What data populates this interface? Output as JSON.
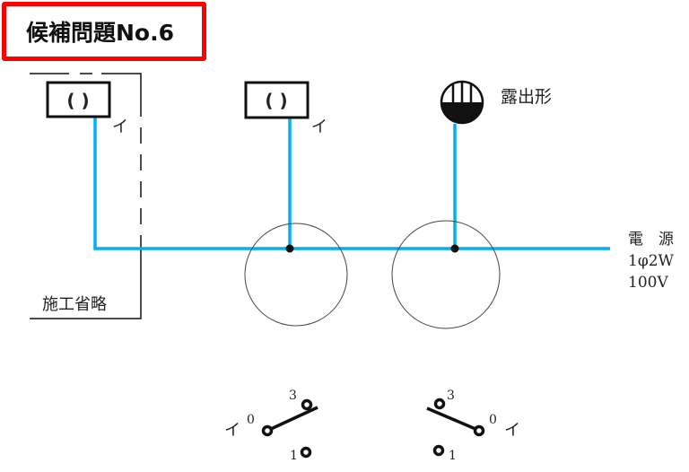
{
  "title": "候補問題No.6",
  "colors": {
    "wire": "#00b0f0",
    "title_border": "#ff0000"
  },
  "labels": {
    "omitted": "施工省略",
    "lamp_paren": "( )",
    "lamp_paren2": "( )",
    "lamp1_id": "イ",
    "lamp2_id": "イ",
    "pendant": "露出形",
    "power_line1": "電　源",
    "power_line2": "1φ2W",
    "power_line3": "100V"
  },
  "switches": [
    {
      "id": "イ",
      "t0": "0",
      "t1": "1",
      "t3": "3"
    },
    {
      "id": "イ",
      "t0": "0",
      "t1": "1",
      "t3": "3"
    }
  ]
}
